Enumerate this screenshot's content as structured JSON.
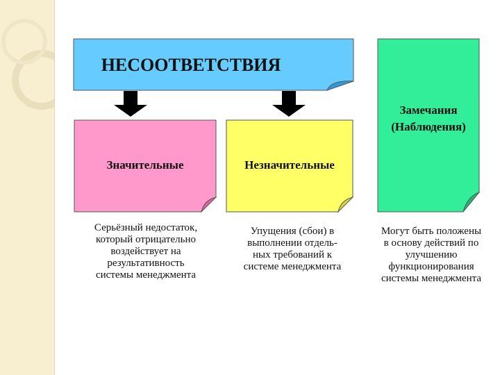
{
  "header": {
    "title": "НЕСООТВЕТСТВИЯ"
  },
  "boxes": [
    {
      "label": "Значительные",
      "color": "#ff99cc"
    },
    {
      "label": "Незначительные",
      "color": "#ffff66"
    },
    {
      "label": "Замечания\n(Наблюдения)",
      "color": "#33ee99"
    }
  ],
  "captions": [
    "Серьёзный недостаток,\nкоторый отрицательно\nвоздействует на\nрезультативность\nсистемы менеджмента",
    "Упущения (сбои) в\nвыполнении отдель-\nных требований к\nсистеме менеджмента",
    "Могут быть положены\nв основу действий по\nулучшению\nфункционирования\nсистемы менеджмента"
  ],
  "colors": {
    "header": "#66ccff",
    "arrow": "#000000",
    "background_strip": "#f7efcf"
  }
}
